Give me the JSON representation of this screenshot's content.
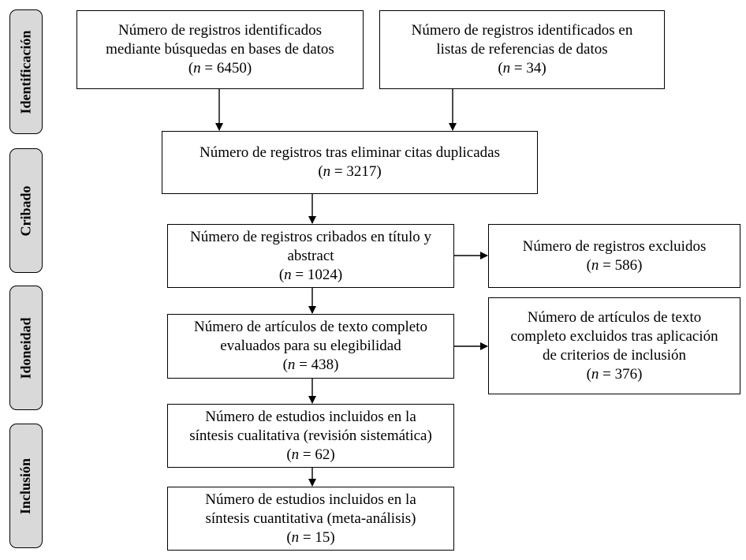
{
  "phases": [
    {
      "id": "identificacion",
      "label": "Identificación"
    },
    {
      "id": "cribado",
      "label": "Cribado"
    },
    {
      "id": "idoneidad",
      "label": "Idoneidad"
    },
    {
      "id": "inclusion",
      "label": "Inclusión"
    }
  ],
  "boxes": {
    "databases": {
      "lines": [
        "Número de registros identificados",
        "mediante búsquedas en bases de datos"
      ],
      "n_var": "n",
      "n_text": " = 6450"
    },
    "reference_lists": {
      "lines": [
        "Número de registros identificados en",
        "listas de referencias de datos"
      ],
      "n_var": "n",
      "n_text": " = 34"
    },
    "deduplicated": {
      "lines": [
        "Número de registros tras eliminar citas duplicadas"
      ],
      "n_var": "n",
      "n_text": " = 3217"
    },
    "screened": {
      "lines": [
        "Número de registros cribados en título y",
        "abstract"
      ],
      "n_var": "n",
      "n_text": " = 1024"
    },
    "excluded": {
      "lines": [
        "Número de registros excluidos"
      ],
      "n_var": "n",
      "n_text": " = 586"
    },
    "fulltext_assessed": {
      "lines": [
        "Número de artículos de texto completo",
        "evaluados para su elegibilidad"
      ],
      "n_var": "n",
      "n_text": " = 438"
    },
    "fulltext_excluded": {
      "lines": [
        "Número de artículos de texto",
        "completo excluidos tras aplicación",
        "de criterios de inclusión"
      ],
      "n_var": "n",
      "n_text": " = 376"
    },
    "qualitative": {
      "lines": [
        "Número de estudios incluidos en la",
        "síntesis cualitativa (revisión sistemática)"
      ],
      "n_var": "n",
      "n_text": " = 62"
    },
    "quantitative": {
      "lines": [
        "Número de estudios incluidos en la",
        "síntesis cuantitativa (meta-análisis)"
      ],
      "n_var": "n",
      "n_text": " = 15"
    }
  }
}
